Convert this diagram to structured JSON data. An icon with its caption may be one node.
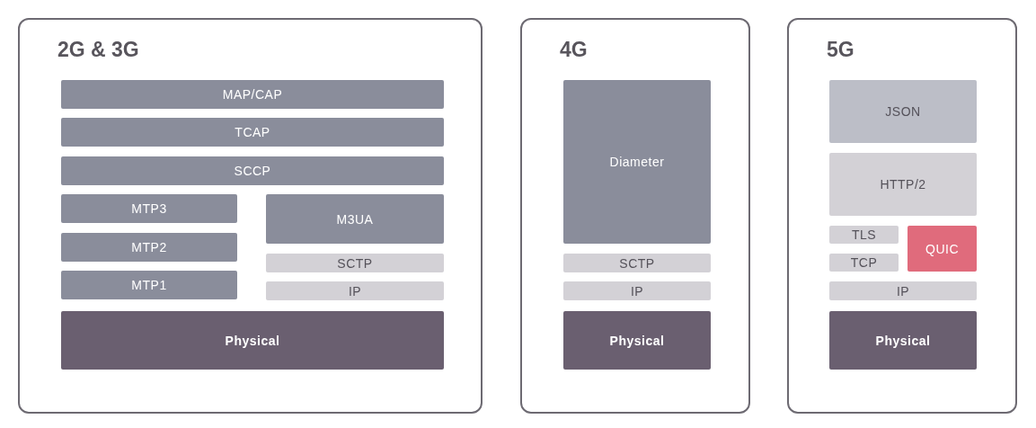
{
  "diagram": {
    "nodes": [
      {
        "text": [
          "2G & 3G"
        ]
      },
      {
        "text": [
          "MAP/CAP"
        ],
        "in": 0
      },
      {
        "text": [
          "TCAP"
        ],
        "in": 0
      },
      {
        "text": [
          "SCCP"
        ],
        "in": 0
      },
      {
        "text": [
          "MTP3"
        ],
        "in": 0
      },
      {
        "text": [
          "M3UA"
        ],
        "in": 0
      },
      {
        "text": [
          "MTP2"
        ],
        "in": 0
      },
      {
        "text": [
          "SCTP"
        ],
        "in": 0
      },
      {
        "text": [
          "MTP1"
        ],
        "in": 0
      },
      {
        "text": [
          "IP"
        ],
        "in": 0
      },
      {
        "text": [
          "Physical"
        ],
        "in": 0
      },
      {
        "text": [
          "4G"
        ]
      },
      {
        "text": [
          "Diameter"
        ],
        "in": 11
      },
      {
        "text": [
          "SCTP"
        ],
        "in": 11
      },
      {
        "text": [
          "IP"
        ],
        "in": 11
      },
      {
        "text": [
          "Physical"
        ],
        "in": 11
      },
      {
        "text": [
          "5G"
        ]
      },
      {
        "text": [
          "JSON"
        ],
        "in": 16
      },
      {
        "text": [
          "HTTP/2"
        ],
        "in": 16
      },
      {
        "text": [
          "TLS"
        ],
        "in": 16
      },
      {
        "text": [
          "QUIC"
        ],
        "in": 16
      },
      {
        "text": [
          "TCP"
        ],
        "in": 16
      },
      {
        "text": [
          "IP"
        ],
        "in": 16
      },
      {
        "text": [
          "Physical"
        ],
        "in": 16
      }
    ],
    "edges": []
  }
}
